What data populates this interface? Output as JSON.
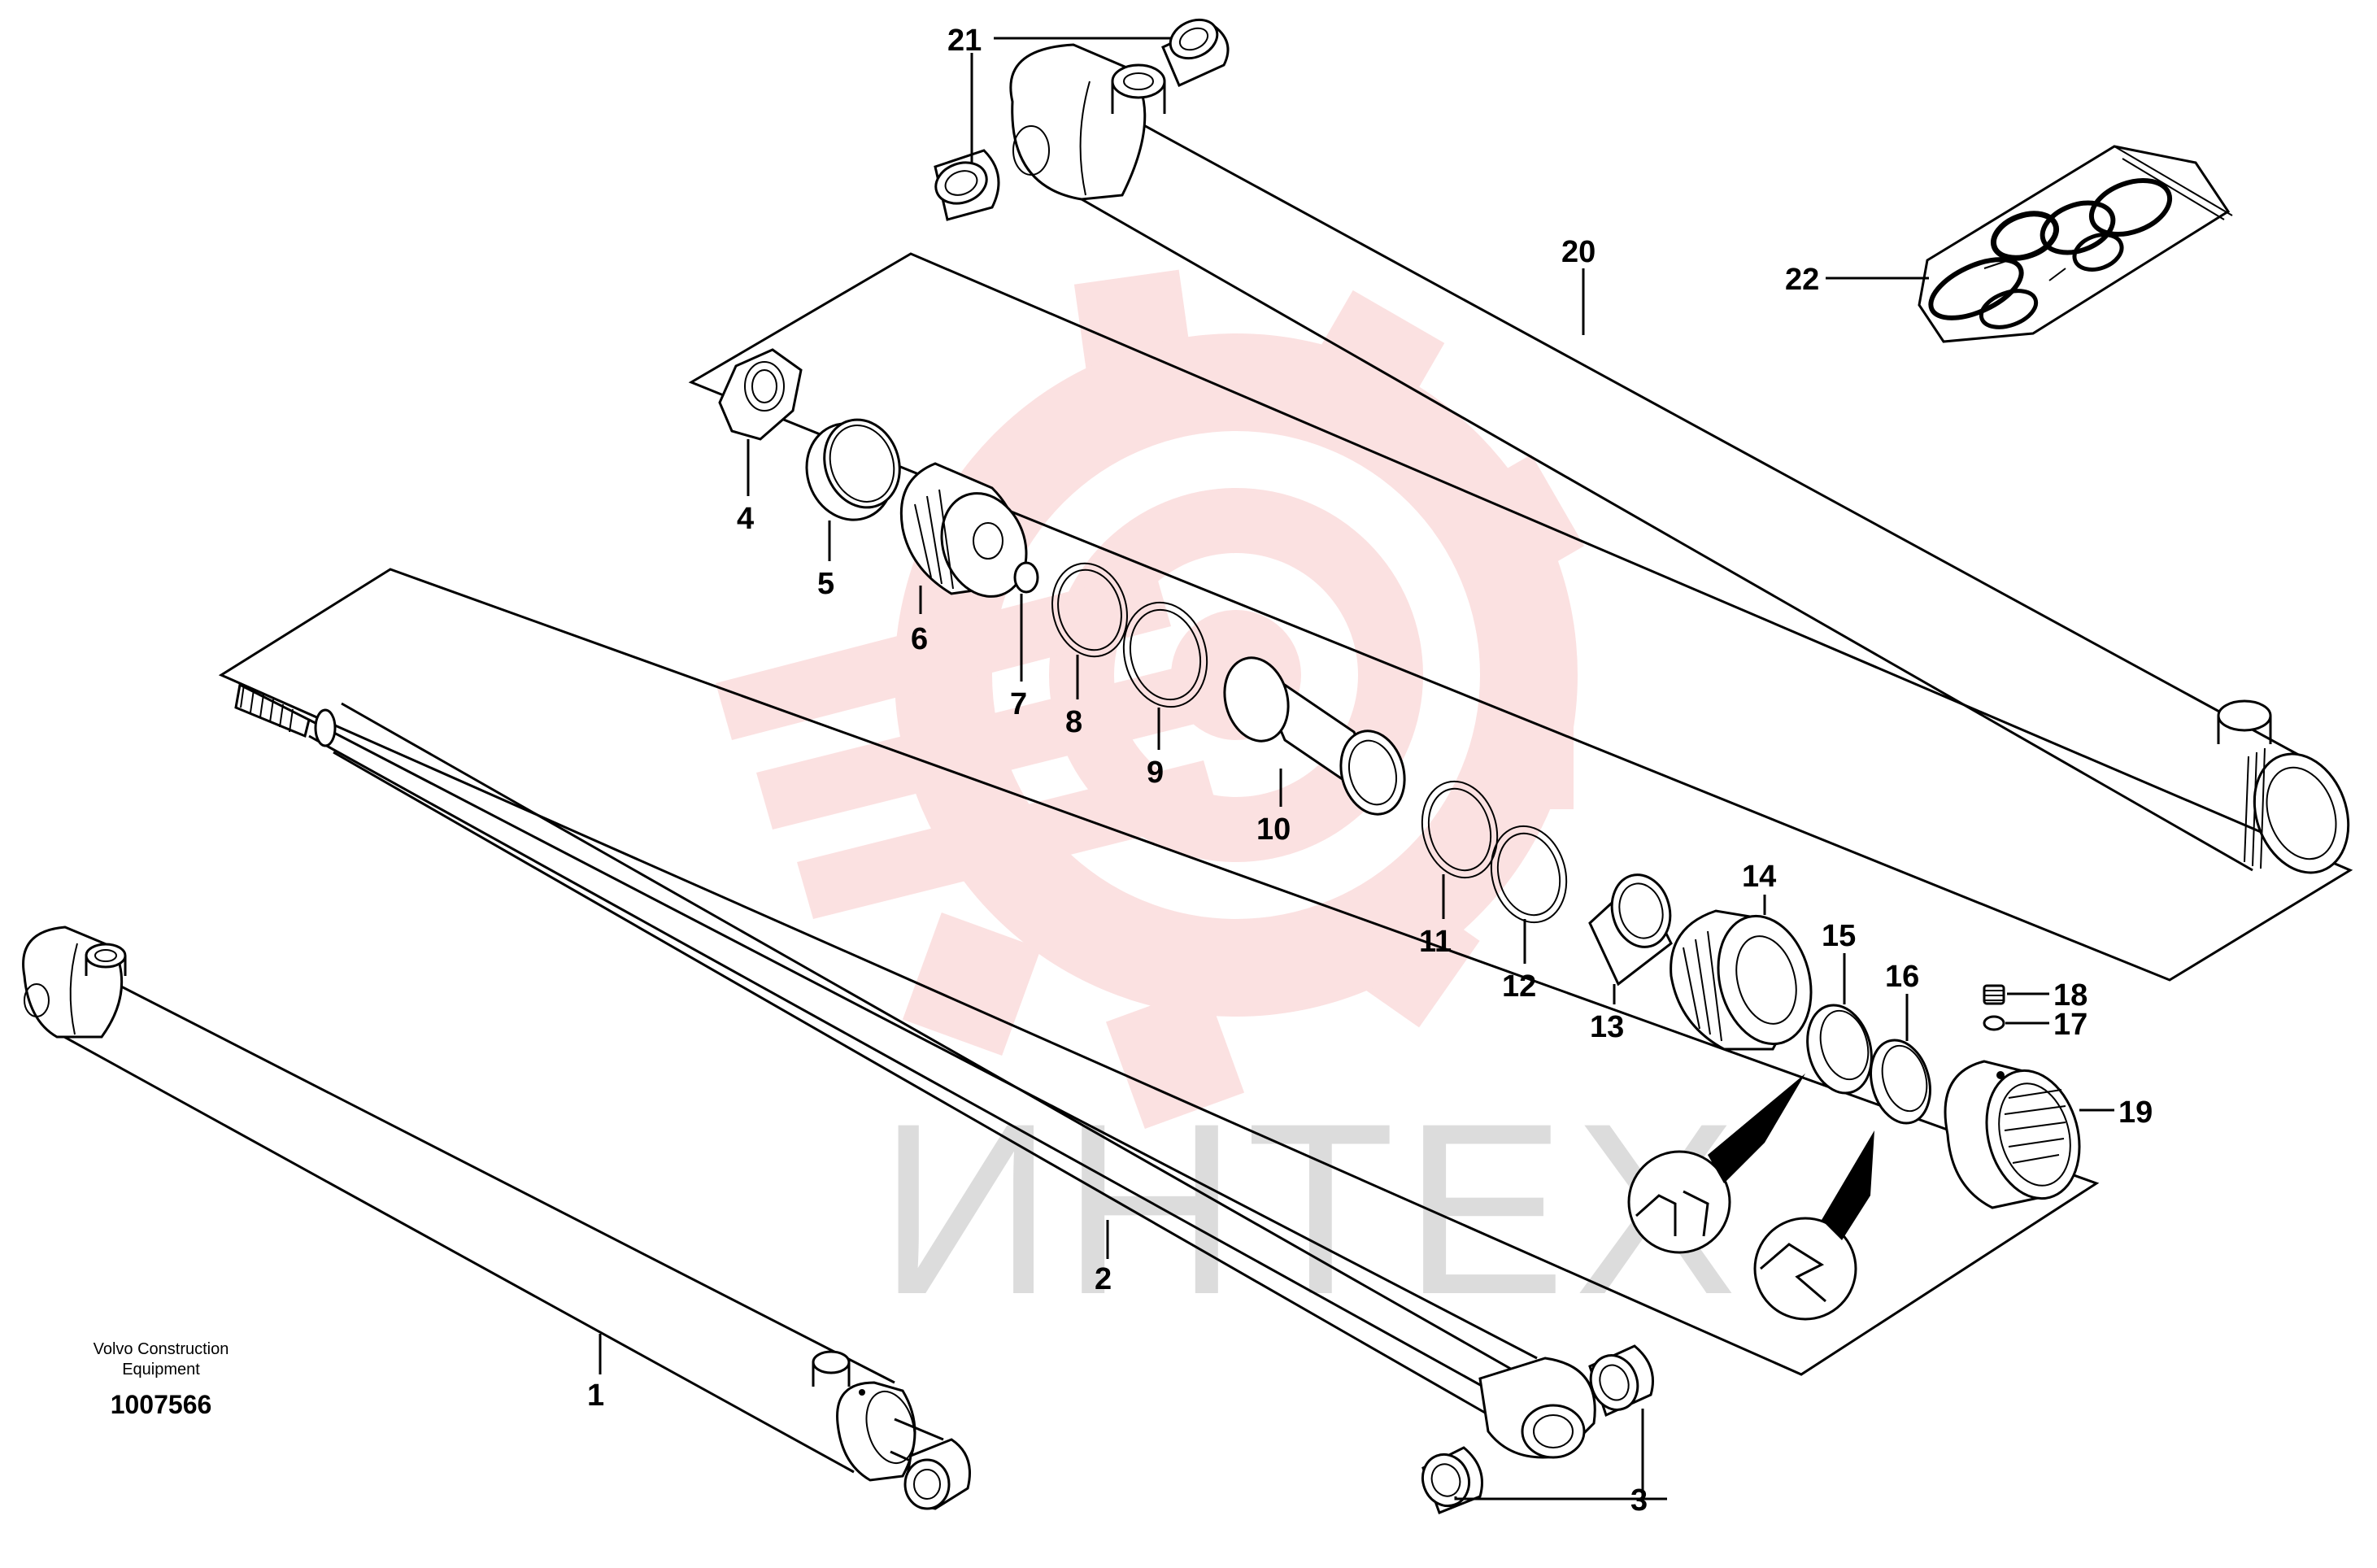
{
  "watermark": {
    "text": "ИНТЕХ",
    "logo_color": "#f8c8c8",
    "text_color": "#dcdcdc"
  },
  "caption": {
    "line1": "Volvo Construction",
    "line2": "Equipment"
  },
  "drawing_number": "1007566",
  "callouts": [
    {
      "id": "1",
      "label": "1"
    },
    {
      "id": "2",
      "label": "2"
    },
    {
      "id": "3",
      "label": "3"
    },
    {
      "id": "4",
      "label": "4"
    },
    {
      "id": "5",
      "label": "5"
    },
    {
      "id": "6",
      "label": "6"
    },
    {
      "id": "7",
      "label": "7"
    },
    {
      "id": "8",
      "label": "8"
    },
    {
      "id": "9",
      "label": "9"
    },
    {
      "id": "10",
      "label": "10"
    },
    {
      "id": "11",
      "label": "11"
    },
    {
      "id": "12",
      "label": "12"
    },
    {
      "id": "13",
      "label": "13"
    },
    {
      "id": "14",
      "label": "14"
    },
    {
      "id": "15",
      "label": "15"
    },
    {
      "id": "16",
      "label": "16"
    },
    {
      "id": "17",
      "label": "17"
    },
    {
      "id": "18",
      "label": "18"
    },
    {
      "id": "19",
      "label": "19"
    },
    {
      "id": "20",
      "label": "20"
    },
    {
      "id": "21",
      "label": "21"
    },
    {
      "id": "22",
      "label": "22"
    }
  ]
}
